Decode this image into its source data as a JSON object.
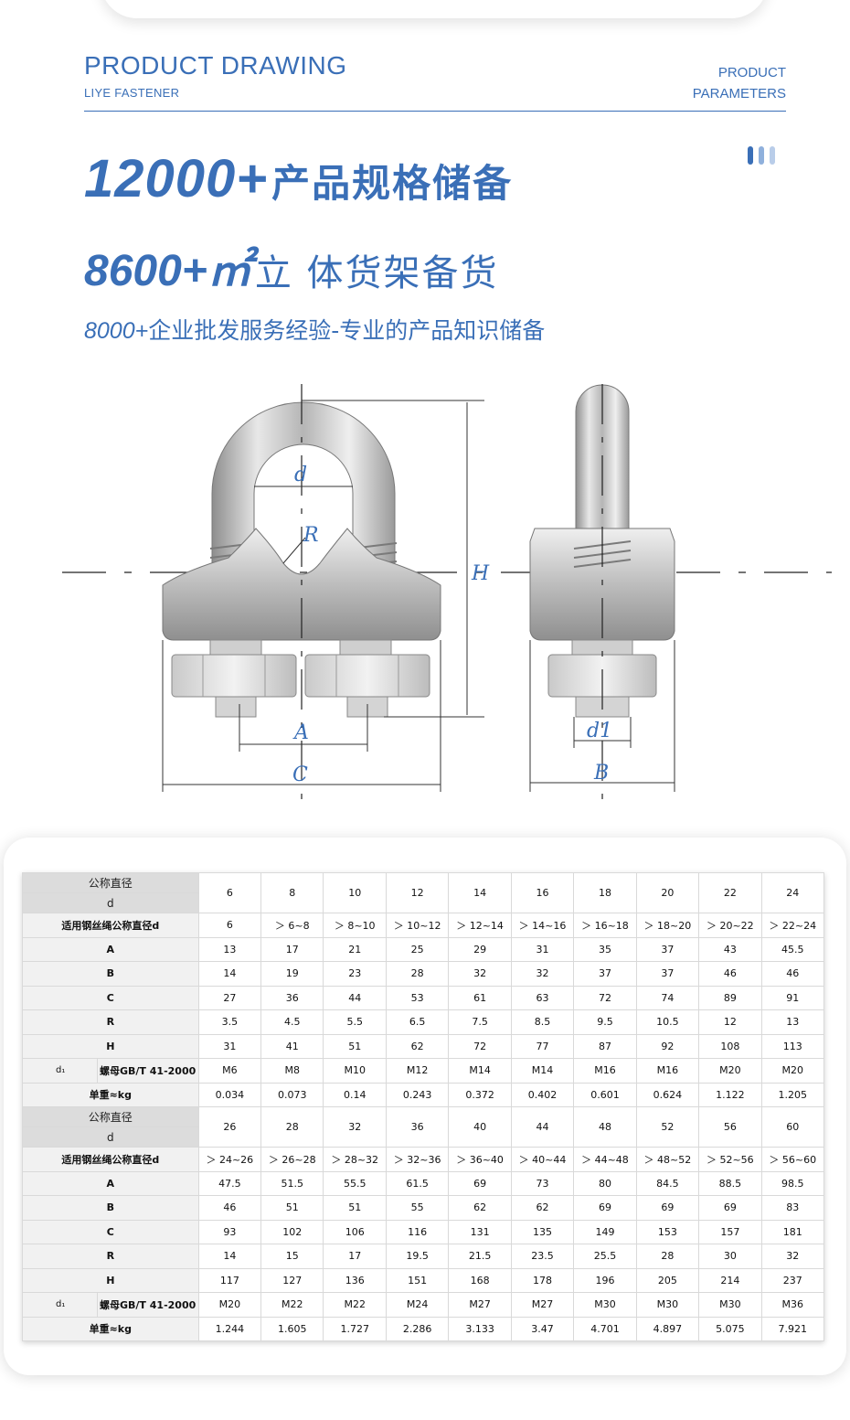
{
  "header": {
    "title": "PRODUCT DRAWING",
    "subtitle": "LIYE FASTENER",
    "right_line1": "PRODUCT",
    "right_line2": "PARAMETERS",
    "accent": "#3a6fb7"
  },
  "promo": {
    "line1_num": "12000+",
    "line1_text": "产品规格储备",
    "line2_num": "8600+㎡",
    "line2_text": "立 体货架备货",
    "line3_num": "8000+",
    "line3_text": "企业批发服务经验-专业的产品知识储备"
  },
  "drawing": {
    "labels": {
      "d": "d",
      "R": "R",
      "H": "H",
      "A": "A",
      "C": "C",
      "d1": "d1",
      "B": "B"
    }
  },
  "table": {
    "label_nominal": "公称直径",
    "label_d": "d",
    "label_rope": "适用钢丝绳公称直径d",
    "label_d1": "d₁",
    "label_bolt": "螺母GB/T 41-2000",
    "label_weight": "单重≈kg",
    "row_labels": [
      "A",
      "B",
      "C",
      "R",
      "H"
    ],
    "blocks": [
      {
        "sizes": [
          "6",
          "8",
          "10",
          "12",
          "14",
          "16",
          "18",
          "20",
          "22",
          "24"
        ],
        "rope": [
          "6",
          "＞ 6~8",
          "＞ 8~10",
          "＞ 10~12",
          "＞ 12~14",
          "＞ 14~16",
          "＞ 16~18",
          "＞ 18~20",
          "＞ 20~22",
          "＞ 22~24"
        ],
        "A": [
          "13",
          "17",
          "21",
          "25",
          "29",
          "31",
          "35",
          "37",
          "43",
          "45.5"
        ],
        "B": [
          "14",
          "19",
          "23",
          "28",
          "32",
          "32",
          "37",
          "37",
          "46",
          "46"
        ],
        "C": [
          "27",
          "36",
          "44",
          "53",
          "61",
          "63",
          "72",
          "74",
          "89",
          "91"
        ],
        "R": [
          "3.5",
          "4.5",
          "5.5",
          "6.5",
          "7.5",
          "8.5",
          "9.5",
          "10.5",
          "12",
          "13"
        ],
        "H": [
          "31",
          "41",
          "51",
          "62",
          "72",
          "77",
          "87",
          "92",
          "108",
          "113"
        ],
        "bolt": [
          "M6",
          "M8",
          "M10",
          "M12",
          "M14",
          "M14",
          "M16",
          "M16",
          "M20",
          "M20"
        ],
        "weight": [
          "0.034",
          "0.073",
          "0.14",
          "0.243",
          "0.372",
          "0.402",
          "0.601",
          "0.624",
          "1.122",
          "1.205"
        ]
      },
      {
        "sizes": [
          "26",
          "28",
          "32",
          "36",
          "40",
          "44",
          "48",
          "52",
          "56",
          "60"
        ],
        "rope": [
          "＞ 24~26",
          "＞ 26~28",
          "＞ 28~32",
          "＞ 32~36",
          "＞ 36~40",
          "＞ 40~44",
          "＞ 44~48",
          "＞ 48~52",
          "＞ 52~56",
          "＞ 56~60"
        ],
        "A": [
          "47.5",
          "51.5",
          "55.5",
          "61.5",
          "69",
          "73",
          "80",
          "84.5",
          "88.5",
          "98.5"
        ],
        "B": [
          "46",
          "51",
          "51",
          "55",
          "62",
          "62",
          "69",
          "69",
          "69",
          "83"
        ],
        "C": [
          "93",
          "102",
          "106",
          "116",
          "131",
          "135",
          "149",
          "153",
          "157",
          "181"
        ],
        "R": [
          "14",
          "15",
          "17",
          "19.5",
          "21.5",
          "23.5",
          "25.5",
          "28",
          "30",
          "32"
        ],
        "H": [
          "117",
          "127",
          "136",
          "151",
          "168",
          "178",
          "196",
          "205",
          "214",
          "237"
        ],
        "bolt": [
          "M20",
          "M22",
          "M22",
          "M24",
          "M27",
          "M27",
          "M30",
          "M30",
          "M30",
          "M36"
        ],
        "weight": [
          "1.244",
          "1.605",
          "1.727",
          "2.286",
          "3.133",
          "3.47",
          "4.701",
          "4.897",
          "5.075",
          "7.921"
        ]
      }
    ]
  }
}
